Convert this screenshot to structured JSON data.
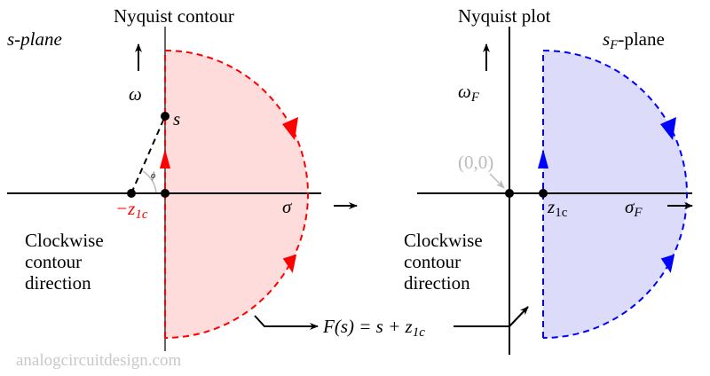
{
  "left": {
    "title": "Nyquist contour",
    "plane_label": "s-plane",
    "imag_axis": "ω",
    "real_axis": "σ",
    "point_s": "s",
    "point_zero": "−z",
    "point_zero_sub": "1c",
    "angle_label": "ϕ",
    "direction_lines": [
      "Clockwise",
      "contour",
      "direction"
    ],
    "color": "#ff0000",
    "fill": "#ffdcdc"
  },
  "right": {
    "title": "Nyquist plot",
    "plane_label": "s",
    "plane_label_sub": "F",
    "plane_label_suffix": "-plane",
    "imag_axis": "ω",
    "imag_axis_sub": "F",
    "real_axis": "σ",
    "real_axis_sub": "F",
    "origin_label": "(0,0)",
    "point_z": "z",
    "point_z_sub": "1c",
    "direction_lines": [
      "Clockwise",
      "contour",
      "direction"
    ],
    "color": "#0000ff",
    "fill": "#dcdcfa"
  },
  "mapping": {
    "lhs": "F(s) = s + z",
    "sub": "1c"
  },
  "watermark": "analogcircuitdesign.com"
}
